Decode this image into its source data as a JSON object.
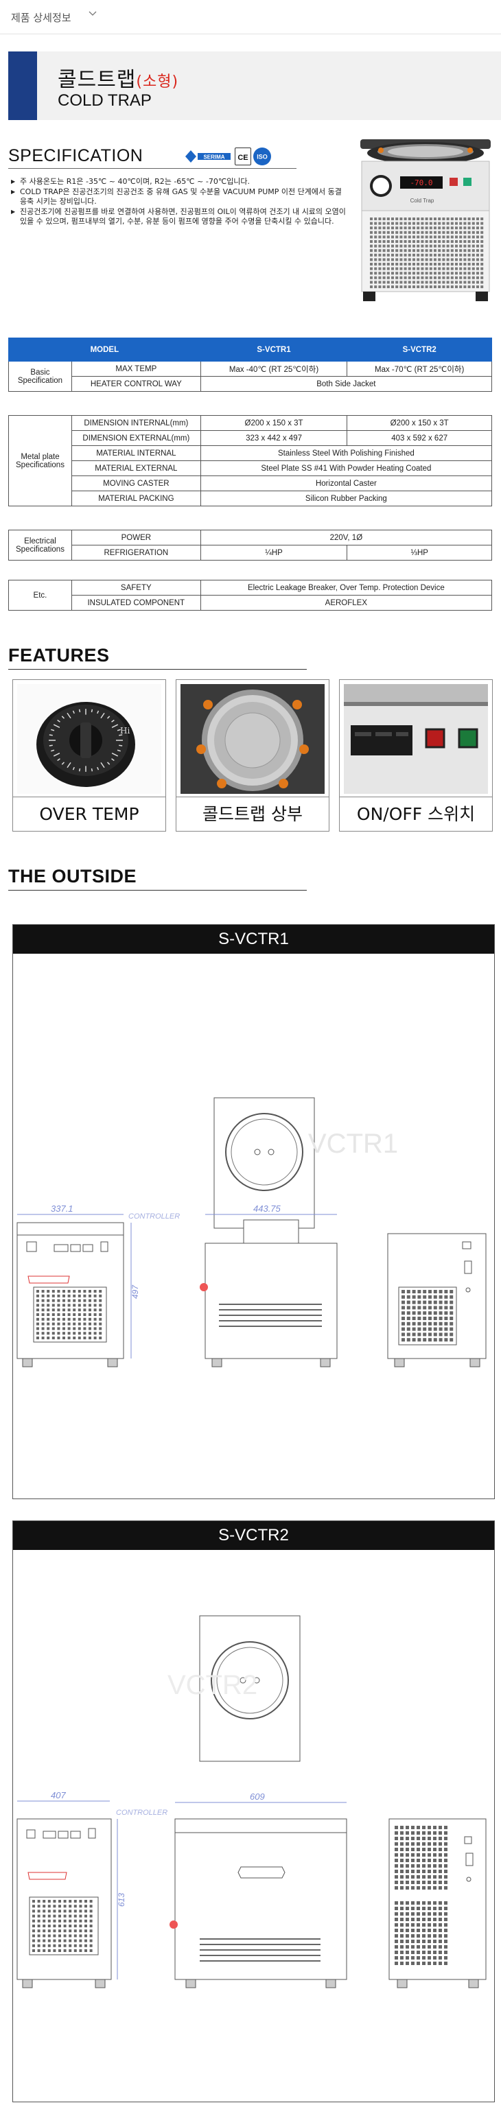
{
  "topbar": {
    "title": "제품 상세정보"
  },
  "header": {
    "title_ko": "콜드트랩",
    "title_ko_sub": "(소형)",
    "title_en": "COLD TRAP"
  },
  "spec": {
    "heading": "SPECIFICATION",
    "logos": {
      "brand": "SERIMA",
      "ce": "CE",
      "iso": "ISO"
    },
    "bullets": [
      "주 사용온도는 R1은 -35℃ ~ 40℃이며, R2는 -65℃ ~ -70℃입니다.",
      "COLD TRAP은 진공건조기의 진공건조 중 유해 GAS 및 수분을 VACUUM PUMP 이전 단계에서 동결 응축 시키는 장비입니다.",
      "진공건조기에 진공펌프를 바로 연결하여 사용하면, 진공펌프의 OIL이 역류하여 건조기 내 시료의 오염이 있을 수 있으며, 펌프내부의 열기, 수분, 유분 등이 펌프에 영향을 주어 수명을 단축시킬 수 있습니다."
    ],
    "photo_panel": {
      "display": "-70.0",
      "label": "Cold Trap"
    }
  },
  "tables": {
    "basic": {
      "headers": [
        "MODEL",
        "S-VCTR1",
        "S-VCTR2"
      ],
      "group": "Basic Specification",
      "rows": [
        {
          "label": "MAX TEMP",
          "v1": "Max -40℃ (RT 25℃이하)",
          "v2": "Max -70℃ (RT 25℃이하)"
        },
        {
          "label": "HEATER CONTROL WAY",
          "merged": "Both Side Jacket"
        }
      ]
    },
    "metal": {
      "group": "Metal plate Specifications",
      "rows": [
        {
          "label": "DIMENSION INTERNAL(mm)",
          "v1": "Ø200 x 150 x 3T",
          "v2": "Ø200 x 150 x 3T"
        },
        {
          "label": "DIMENSION EXTERNAL(mm)",
          "v1": "323 x 442 x 497",
          "v2": "403 x 592 x 627"
        },
        {
          "label": "MATERIAL INTERNAL",
          "merged": "Stainless Steel With Polishing Finished"
        },
        {
          "label": "MATERIAL EXTERNAL",
          "merged": "Steel Plate SS #41 With Powder Heating Coated"
        },
        {
          "label": "MOVING CASTER",
          "merged": "Horizontal Caster"
        },
        {
          "label": "MATERIAL PACKING",
          "merged": "Silicon Rubber Packing"
        }
      ]
    },
    "electrical": {
      "group": "Electrical Specifications",
      "rows": [
        {
          "label": "POWER",
          "merged": "220V, 1Ø"
        },
        {
          "label": "REFRIGERATION",
          "v1": "¼HP",
          "v2": "⅓HP"
        }
      ]
    },
    "etc": {
      "group": "Etc.",
      "rows": [
        {
          "label": "SAFETY",
          "merged": "Electric Leakage Breaker, Over Temp. Protection Device"
        },
        {
          "label": "INSULATED COMPONENT",
          "merged": "AEROFLEX"
        }
      ]
    }
  },
  "features": {
    "heading": "FEATURES",
    "items": [
      {
        "caption": "OVER TEMP",
        "dial_mark": "Hi"
      },
      {
        "caption": "콜드트랩 상부"
      },
      {
        "caption": "ON/OFF 스위치"
      }
    ]
  },
  "outside": {
    "heading": "THE OUTSIDE",
    "models": [
      {
        "name": "S-VCTR1",
        "width_dim": "337.1",
        "depth_dim": "443.75",
        "height_dim": "497",
        "controller_label": "CONTROLLER",
        "watermark": "VCTR1"
      },
      {
        "name": "S-VCTR2",
        "width_dim": "407",
        "depth_dim": "609",
        "height_dim": "613",
        "controller_label": "CONTROLLER",
        "watermark": "VCTR2"
      }
    ]
  }
}
